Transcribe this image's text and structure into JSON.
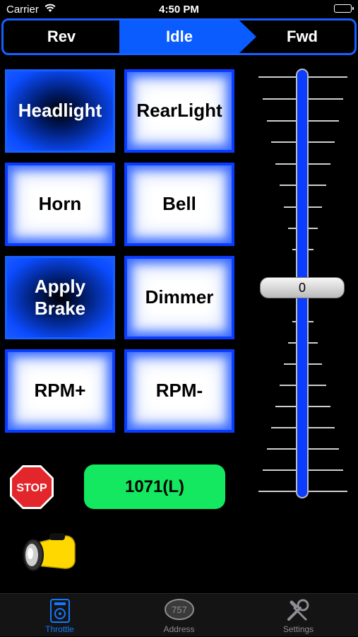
{
  "status_bar": {
    "carrier": "Carrier",
    "time": "4:50 PM"
  },
  "direction": {
    "segments": [
      "Rev",
      "Idle",
      "Fwd"
    ],
    "selected": "Idle"
  },
  "functions": [
    {
      "label": "Headlight",
      "active": true
    },
    {
      "label": "RearLight",
      "active": false
    },
    {
      "label": "Horn",
      "active": false
    },
    {
      "label": "Bell",
      "active": false
    },
    {
      "label": "Apply Brake",
      "active": true
    },
    {
      "label": "Dimmer",
      "active": false
    },
    {
      "label": "RPM+",
      "active": false
    },
    {
      "label": "RPM-",
      "active": false
    }
  ],
  "throttle": {
    "value": "0"
  },
  "stop_label": "STOP",
  "address": "1071(L)",
  "tabs": [
    {
      "label": "Throttle",
      "active": true
    },
    {
      "label": "Address",
      "badge": "757",
      "active": false
    },
    {
      "label": "Settings",
      "active": false
    }
  ],
  "colors": {
    "accent": "#1560ff",
    "address_bg": "#14e860",
    "stop_red": "#e3262b",
    "tab_active": "#1478ff"
  }
}
